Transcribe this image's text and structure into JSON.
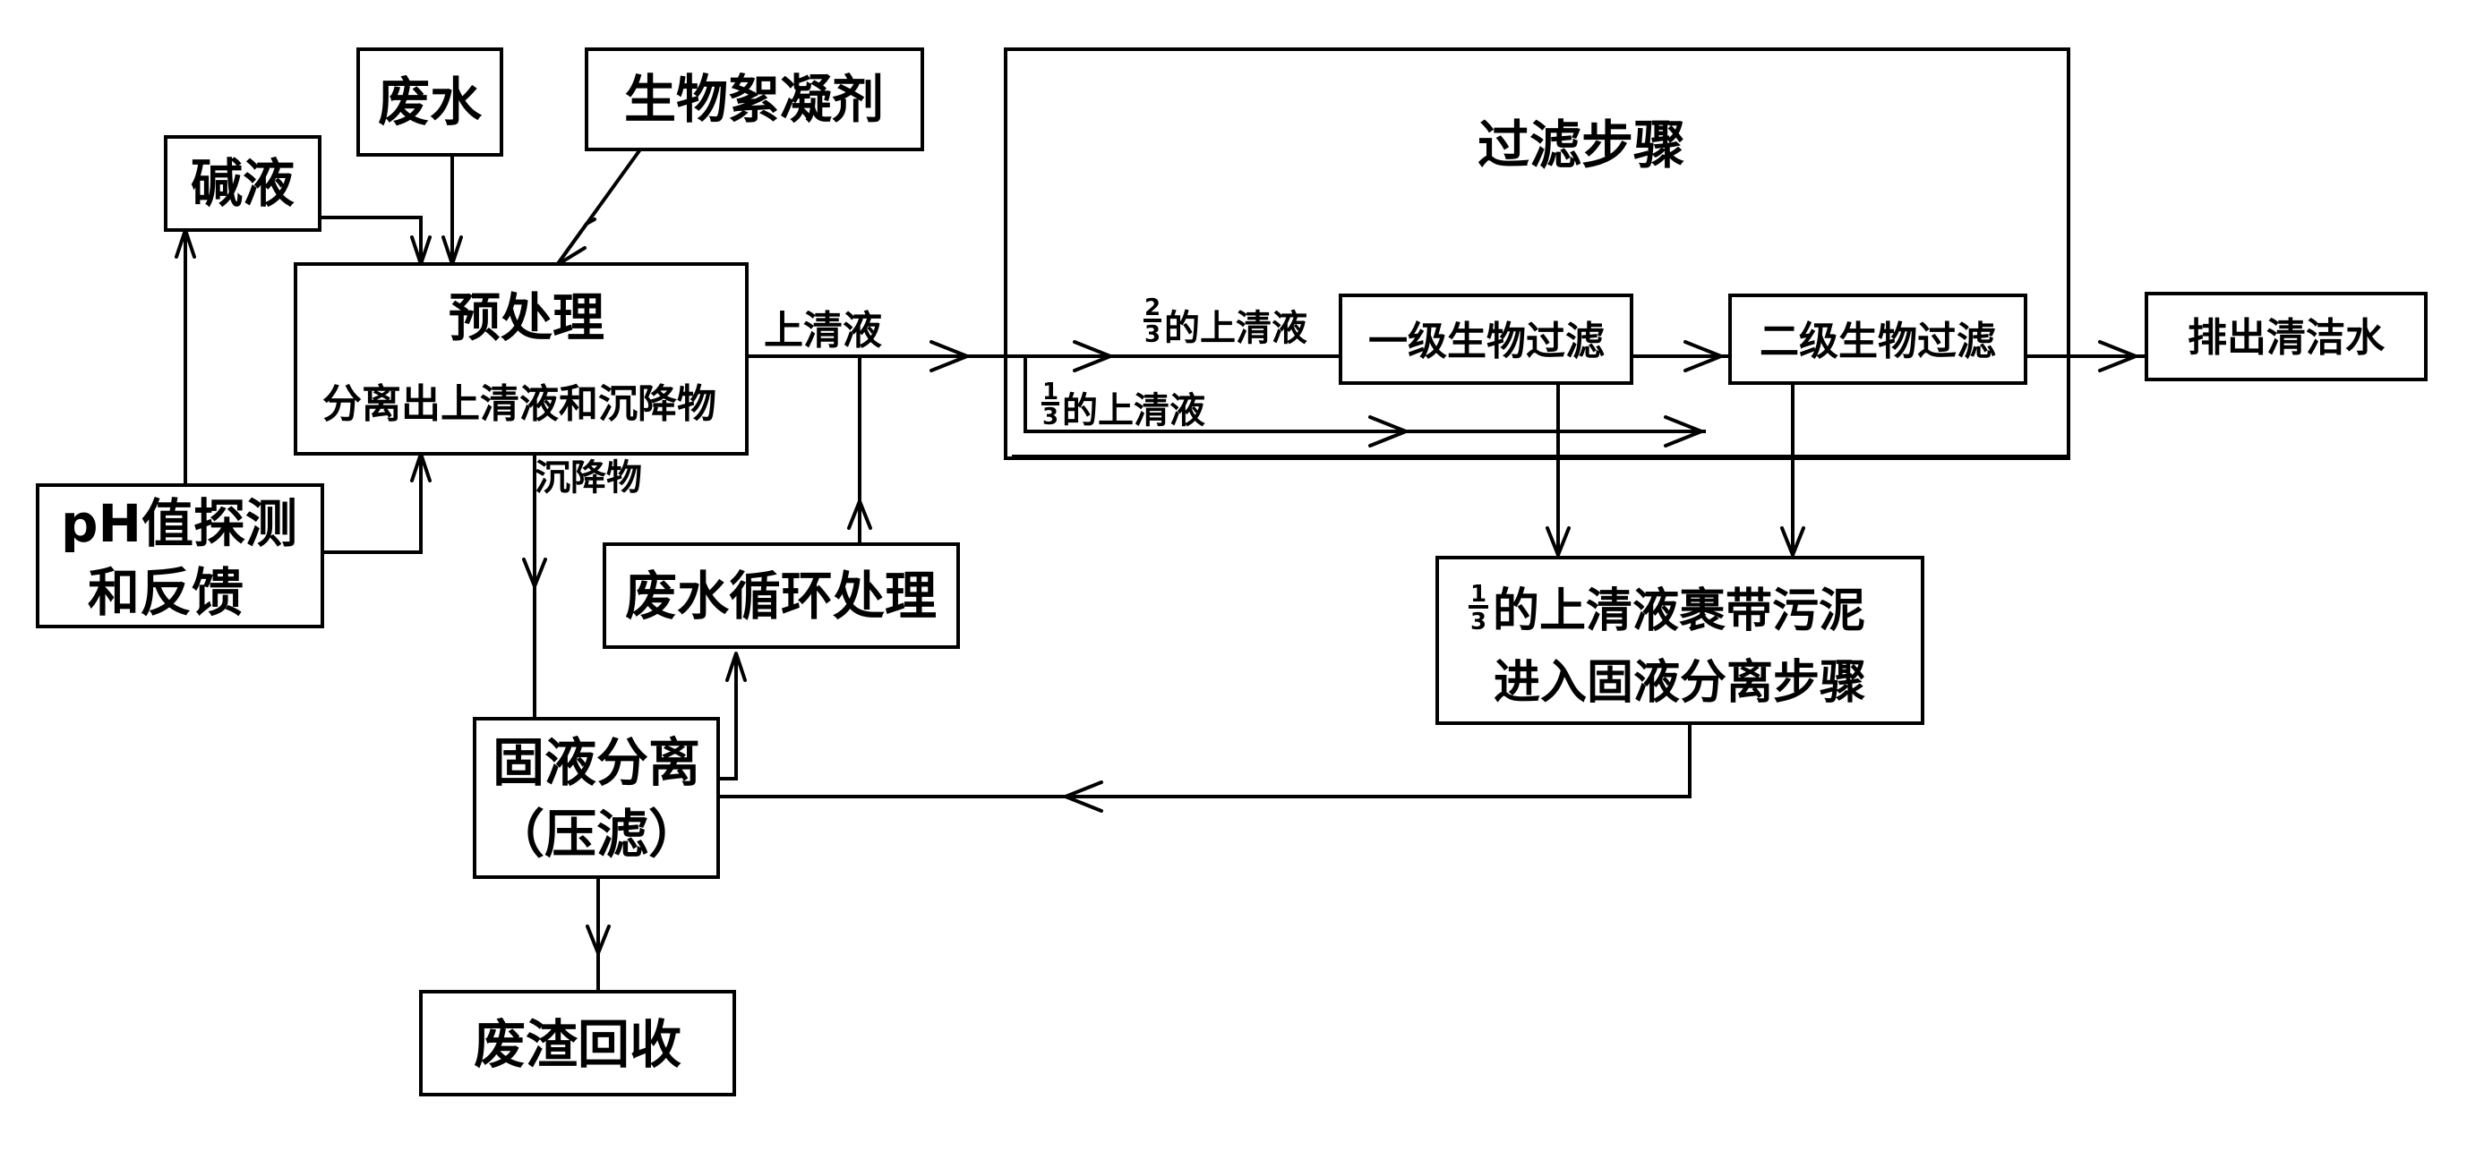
{
  "diagram": {
    "nodes": {
      "wastewater": "废水",
      "flocculant": "生物絮凝剂",
      "alkali": "碱液",
      "pretreatment_title": "预处理",
      "pretreatment_sub": "分离出上清液和沉降物",
      "ph_line1": "pH值探测",
      "ph_line2": "和反馈",
      "recycle": "废水循环处理",
      "solid_liquid_line1": "固液分离",
      "solid_liquid_line2": "（压滤）",
      "residue": "废渣回收",
      "filter_group": "过滤步骤",
      "primary_filter": "一级生物过滤",
      "secondary_filter": "二级生物过滤",
      "discharge": "排出清洁水",
      "sludge_line1": "的上清液裹带污泥",
      "sludge_line2": "进入固液分离步骤"
    },
    "edge_labels": {
      "supernatant": "上清液",
      "sediment": "沉降物",
      "two_thirds_text": "的上清液",
      "one_third_text": "的上清液"
    },
    "fractions": {
      "one": "1",
      "two": "2",
      "three": "3"
    }
  }
}
